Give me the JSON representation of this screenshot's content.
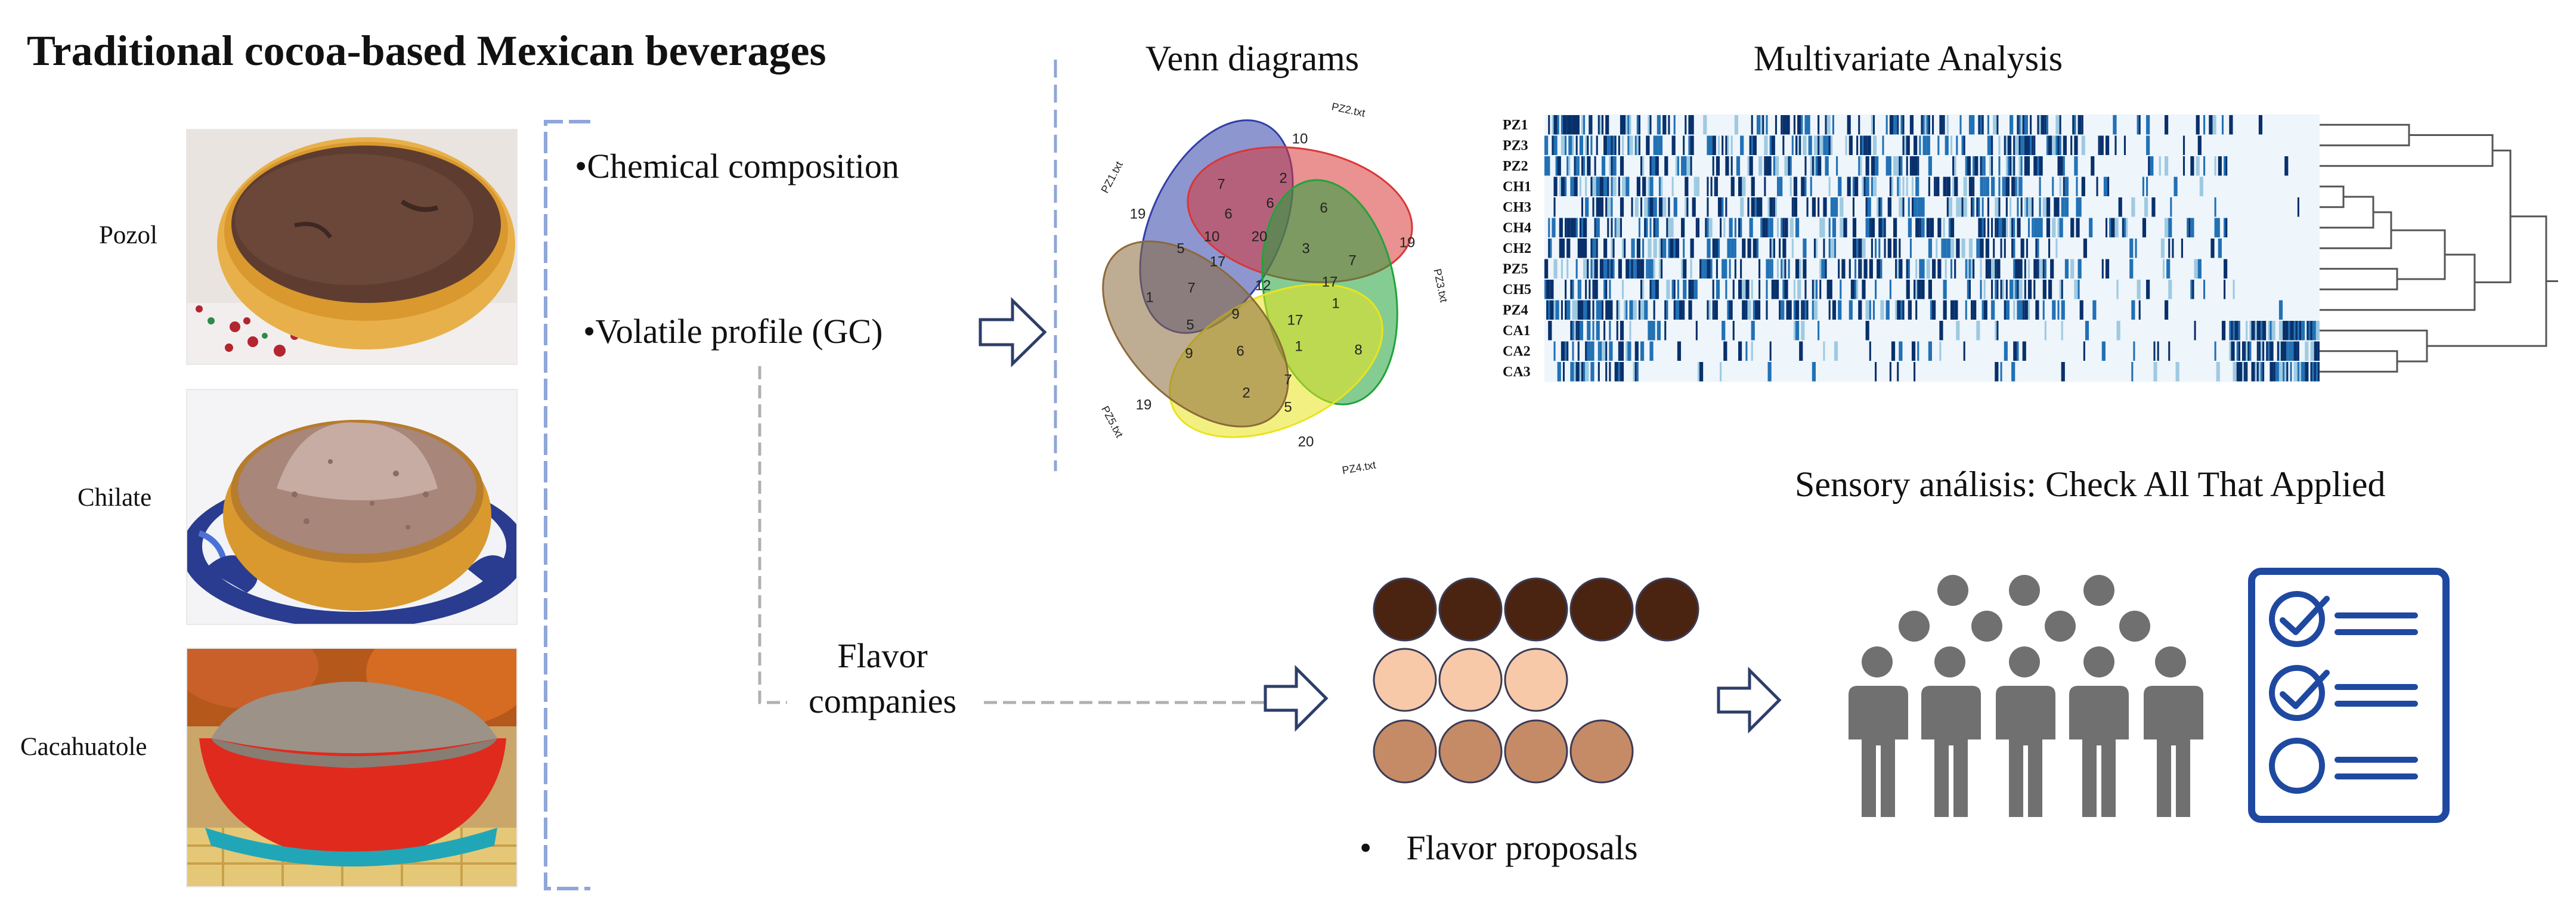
{
  "title": "Traditional cocoa-based Mexican beverages",
  "beverages": [
    {
      "name": "Pozol"
    },
    {
      "name": "Chilate"
    },
    {
      "name": "Cacahuatole"
    }
  ],
  "analyses": {
    "chemical": "Chemical composition",
    "volatile": "Volatile profile (GC)",
    "flavor_companies": [
      "Flavor",
      "companies"
    ]
  },
  "venn": {
    "title": "Venn diagrams",
    "sets": [
      "PZ1.txt",
      "PZ2.txt",
      "PZ3.txt",
      "PZ4.txt",
      "PZ5.txt"
    ],
    "colors": [
      "#2f3fa8",
      "#d93636",
      "#21a33a",
      "#e9e41b",
      "#8b6a3a"
    ],
    "counts": {
      "pz1_only": "19",
      "pz2_only": "10",
      "pz3_only": "19",
      "pz4_only": "20",
      "pz5_only": "19",
      "c_7a": "7",
      "c_2": "2",
      "c_6a": "6",
      "c_6b": "6",
      "c_6c": "6",
      "c_10": "10",
      "c_20": "20",
      "c_5a": "5",
      "c_17a": "17",
      "c_3": "3",
      "c_7b": "7",
      "c_7c": "7",
      "c_12": "12",
      "c_17b": "17",
      "c_1a": "1",
      "c_1b": "1",
      "c_5b": "5",
      "c_9a": "9",
      "c_17c": "17",
      "c_1c": "1",
      "c_8": "8",
      "c_9b": "9",
      "c_6d": "6",
      "c_2b": "2",
      "c_7d": "7",
      "c_5c": "5"
    }
  },
  "multivariate": {
    "title": "Multivariate Analysis",
    "rows": [
      "PZ1",
      "PZ3",
      "PZ2",
      "CH1",
      "CH3",
      "CH4",
      "CH2",
      "PZ5",
      "CH5",
      "PZ4",
      "CA1",
      "CA2",
      "CA3"
    ],
    "colors": {
      "dark": "#08306b",
      "mid": "#2171b5",
      "light": "#9ecae1",
      "bg": "#eef5fb"
    }
  },
  "sensory": {
    "title": "Sensory análisis: Check All That Applied",
    "flavor_proposals": "Flavor proposals",
    "circle_colors": {
      "dark": "#4a2410",
      "light": "#f7c9a9",
      "mid": "#c58a66",
      "outline": "#3b3b55"
    },
    "people_color": "#707070",
    "checklist_color": "#1f49a0"
  },
  "icons": [
    "right-arrow-icon",
    "people-group-icon",
    "checklist-icon",
    "bracket-icon"
  ]
}
